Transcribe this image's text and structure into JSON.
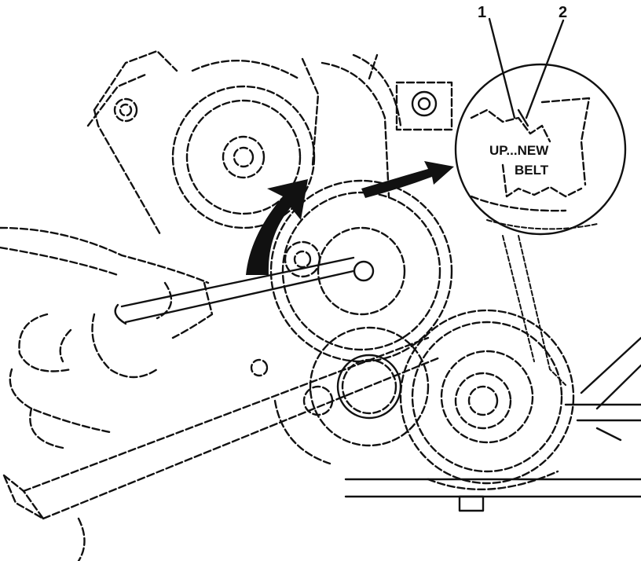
{
  "callouts": [
    "1",
    "2"
  ],
  "belt_text_line1": "UP...NEW",
  "belt_text_line2": "BELT"
}
